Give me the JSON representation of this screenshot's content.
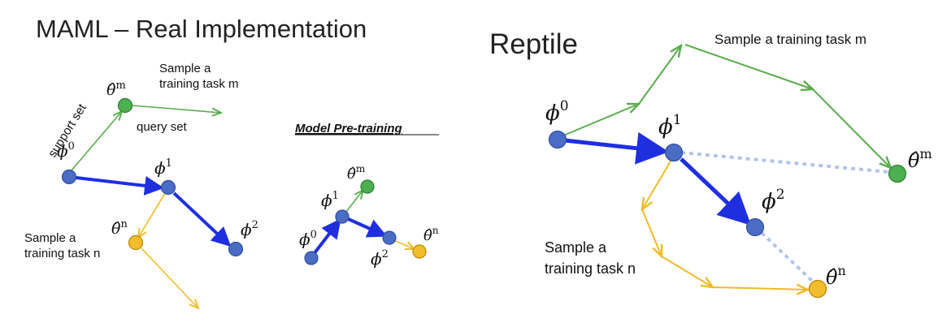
{
  "maml": {
    "title": "MAML – Real Implementation",
    "sample_m": [
      "Sample a",
      "training task m"
    ],
    "sample_n": [
      "Sample a",
      "training task n"
    ],
    "support_set": "support set",
    "query_set": "query set",
    "phi0": {
      "base": "ϕ",
      "sup": "0"
    },
    "phi1": {
      "base": "ϕ",
      "sup": "1"
    },
    "phi2": {
      "base": "ϕ",
      "sup": "2"
    },
    "theta_m": {
      "base": "θ̂",
      "sup": "m"
    },
    "theta_n": {
      "base": "θ̂",
      "sup": "n"
    }
  },
  "pretrain": {
    "title": "Model Pre-training",
    "phi0": {
      "base": "ϕ",
      "sup": "0"
    },
    "phi1": {
      "base": "ϕ",
      "sup": "1"
    },
    "phi2": {
      "base": "ϕ",
      "sup": "2"
    },
    "theta_m": {
      "base": "θ̂",
      "sup": "m"
    },
    "theta_n": {
      "base": "θ̂",
      "sup": "n"
    }
  },
  "reptile": {
    "title": "Reptile",
    "sample_m": "Sample a training task m",
    "sample_n": [
      "Sample a",
      "training task n"
    ],
    "phi0": {
      "base": "ϕ",
      "sup": "0"
    },
    "phi1": {
      "base": "ϕ",
      "sup": "1"
    },
    "phi2": {
      "base": "ϕ",
      "sup": "2"
    },
    "theta_m": {
      "base": "θ̂",
      "sup": "m"
    },
    "theta_n": {
      "base": "θ̂",
      "sup": "n"
    }
  },
  "colors": {
    "blue": "#1f2fe0",
    "node_blue": "#4a6cc4",
    "green": "#5aad4e",
    "yellow": "#f0bb28",
    "dotted": "#b3c5e6"
  }
}
